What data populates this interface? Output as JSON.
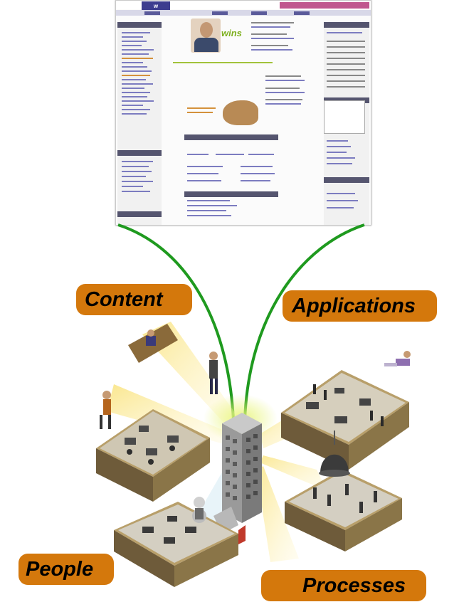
{
  "labels": {
    "content": "Content",
    "applications": "Applications",
    "people": "People",
    "processes": "Processes"
  },
  "portal": {
    "logo": "w"
  },
  "colors": {
    "label_bg": "#d4780c",
    "connector": "#1f9a1f",
    "portal_header": "#3d3d8f",
    "portal_greeting": "#c0578e"
  }
}
